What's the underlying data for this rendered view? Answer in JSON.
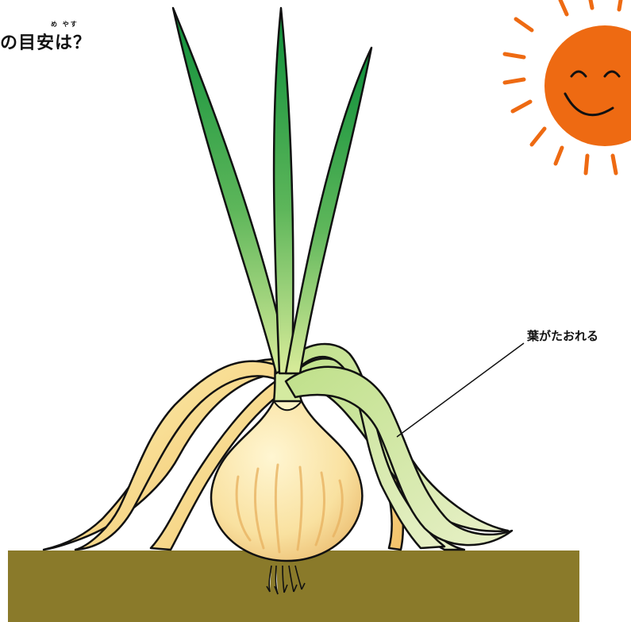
{
  "title": {
    "text": "の目安は？",
    "furigana": "め やす"
  },
  "callout": {
    "label": "葉がたおれる"
  },
  "colors": {
    "soil": "#8a7a2a",
    "sun": "#ee6a12",
    "leaf_dark": "#0e9a3e",
    "leaf_light": "#b8d98a",
    "bulb": "#fbe7a6",
    "fallen_leaf": "#f7d98a"
  }
}
